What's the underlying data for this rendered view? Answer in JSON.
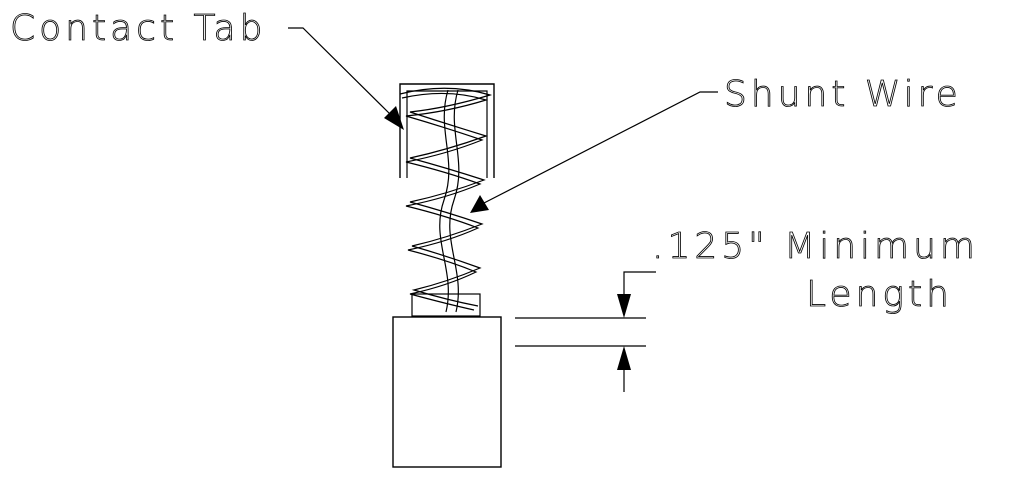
{
  "labels": {
    "contact_tab": "Contact Tab",
    "shunt_wire": "Shunt Wire",
    "dimension_value": ".125\"  Minimum",
    "dimension_line2": "Length"
  },
  "colors": {
    "line": "#000000",
    "background": "#ffffff"
  }
}
